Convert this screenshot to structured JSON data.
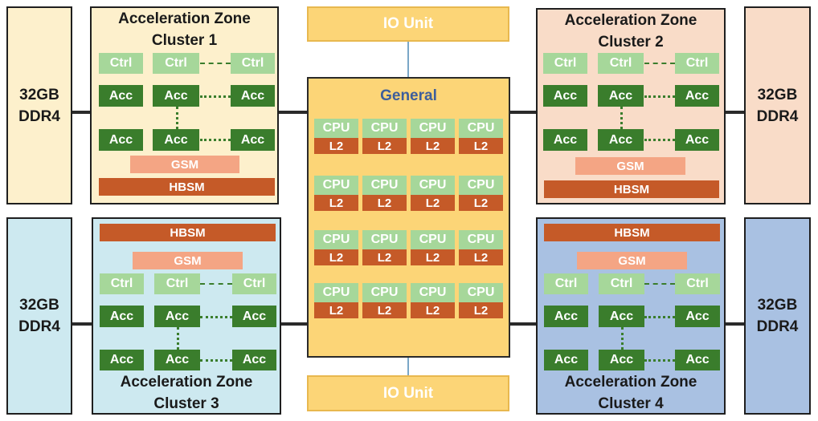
{
  "memory": {
    "label": "32GB\nDDR4"
  },
  "io_unit": {
    "label": "IO Unit"
  },
  "general": {
    "title": "General",
    "cpu_label": "CPU",
    "l2_label": "L2"
  },
  "clusters": [
    {
      "title": "Acceleration Zone\nCluster 1"
    },
    {
      "title": "Acceleration Zone\nCluster 2"
    },
    {
      "title": "Acceleration Zone\nCluster 3"
    },
    {
      "title": "Acceleration Zone\nCluster 4"
    }
  ],
  "units": {
    "ctrl": "Ctrl",
    "acc": "Acc",
    "gsm": "GSM",
    "hbsm": "HBSM"
  },
  "colors": {
    "zone1_bg": "#fdf0cc",
    "zone2_bg": "#f9dcc8",
    "zone3_bg": "#cde9f0",
    "zone4_bg": "#a9c1e2",
    "general_bg": "#fcd577",
    "io_bg": "#fcd577",
    "ctrl": "#a6d79a",
    "acc": "#3a7d2c",
    "gsm": "#f4a584",
    "hbsm": "#c55a28"
  }
}
